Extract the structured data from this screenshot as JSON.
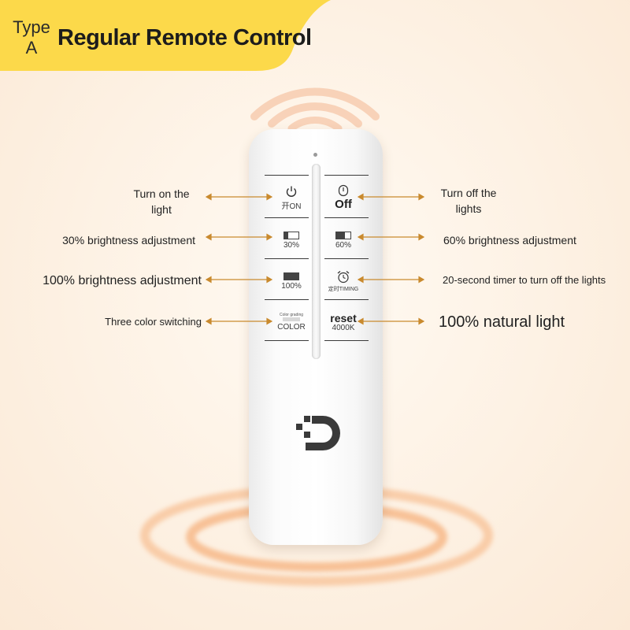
{
  "banner": {
    "type_label": "Type\nA",
    "title": "Regular Remote Control"
  },
  "remote": {
    "buttons": [
      {
        "id": "on",
        "icon": "power-icon",
        "caption": "开ON"
      },
      {
        "id": "off",
        "icon": "power-icon",
        "caption": "Off"
      },
      {
        "id": "30",
        "icon": "brightness-30-icon",
        "caption": "30%",
        "level": 0.3
      },
      {
        "id": "60",
        "icon": "brightness-60-icon",
        "caption": "60%",
        "level": 0.6
      },
      {
        "id": "100",
        "icon": "brightness-100-icon",
        "caption": "100%",
        "level": 1.0
      },
      {
        "id": "timing",
        "icon": "alarm-clock-icon",
        "caption": "定时TIMING"
      },
      {
        "id": "color",
        "icon": "color-grading-icon",
        "small_label": "Color grading",
        "caption": "COLOR"
      },
      {
        "id": "reset",
        "icon": "",
        "label": "reset",
        "caption": "4000K"
      }
    ],
    "logo": "brand-logo-icon"
  },
  "annotations": {
    "on": "Turn on the\nlight",
    "off": "Turn off the\nlights",
    "b30": "30% brightness adjustment",
    "b60": "60% brightness adjustment",
    "b100": "100% brightness adjustment",
    "timer": "20-second timer to turn off the lights",
    "color": "Three color switching",
    "natural": "100% natural light"
  },
  "colors": {
    "banner": "#fcd94a",
    "arrow": "#c98a2e",
    "glow": "#f7b98a",
    "remote_body": "#f7f7f7"
  }
}
